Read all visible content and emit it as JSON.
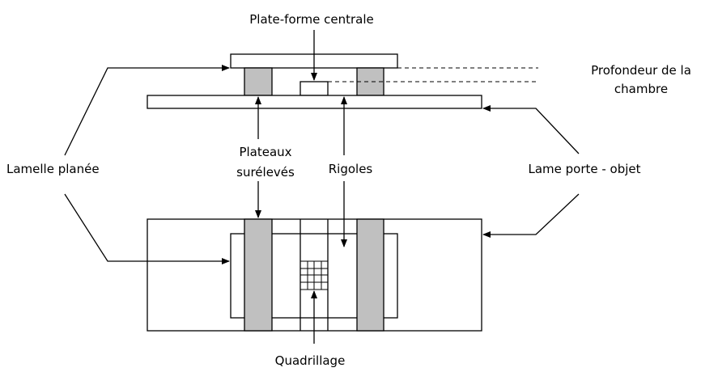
{
  "labels": {
    "central_platform": "Plate-forme centrale",
    "chamber_depth_line1": "Profondeur de la",
    "chamber_depth_line2": "chambre",
    "coverslip": "Lamelle planée",
    "raised_plateaus_line1": "Plateaux",
    "raised_plateaus_line2": "surélevés",
    "grooves": "Rigoles",
    "slide": "Lame porte - objet",
    "grid": "Quadrillage"
  },
  "colors": {
    "plateau_fill": "#c0c0c0",
    "line": "#000000",
    "background": "#ffffff"
  }
}
